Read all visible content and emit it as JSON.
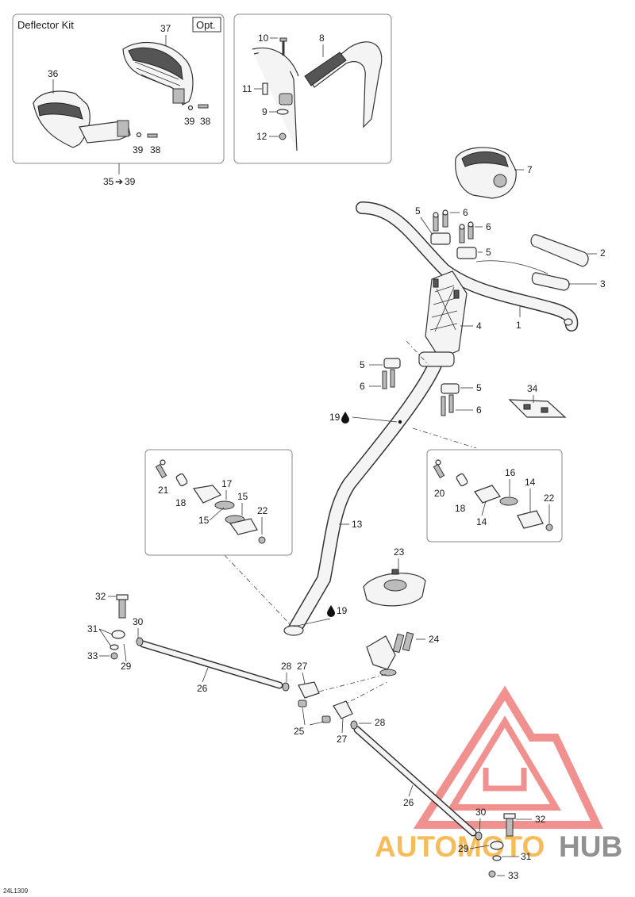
{
  "kit_title": "Deflector Kit",
  "optional_tag": "Opt.",
  "kit_range": "35",
  "kit_range_end": "39",
  "drawing_code": "24L1309",
  "watermark": {
    "part1": "AUTO",
    "part2": "MOTO",
    "part3": "HUB",
    "color_red": "#e53935",
    "color_orange": "#f5a623",
    "color_gray": "#6d6d6d"
  },
  "callouts": {
    "c37": "37",
    "c36": "36",
    "c39a": "39",
    "c38a": "38",
    "c39b": "39",
    "c38b": "38",
    "c10": "10",
    "c8": "8",
    "c11": "11",
    "c9": "9",
    "c12": "12",
    "c7": "7",
    "c5a": "5",
    "c6a": "6",
    "c6b": "6",
    "c5b": "5",
    "c2": "2",
    "c3": "3",
    "c4": "4",
    "c1": "1",
    "c5c": "5",
    "c6c": "6",
    "c5d": "5",
    "c6d": "6",
    "c34": "34",
    "c19a": "19",
    "c19b": "19",
    "c13": "13",
    "c21": "21",
    "c18a": "18",
    "c17": "17",
    "c15a": "15",
    "c15b": "15",
    "c22a": "22",
    "c20": "20",
    "c18b": "18",
    "c16": "16",
    "c14a": "14",
    "c14b": "14",
    "c22b": "22",
    "c23": "23",
    "c32a": "32",
    "c31a": "31",
    "c30a": "30",
    "c33a": "33",
    "c29a": "29",
    "c26a": "26",
    "c28a": "28",
    "c27a": "27",
    "c25": "25",
    "c24": "24",
    "c27b": "27",
    "c28b": "28",
    "c26b": "26",
    "c30b": "30",
    "c32b": "32",
    "c29b": "29",
    "c31b": "31",
    "c33b": "33"
  }
}
